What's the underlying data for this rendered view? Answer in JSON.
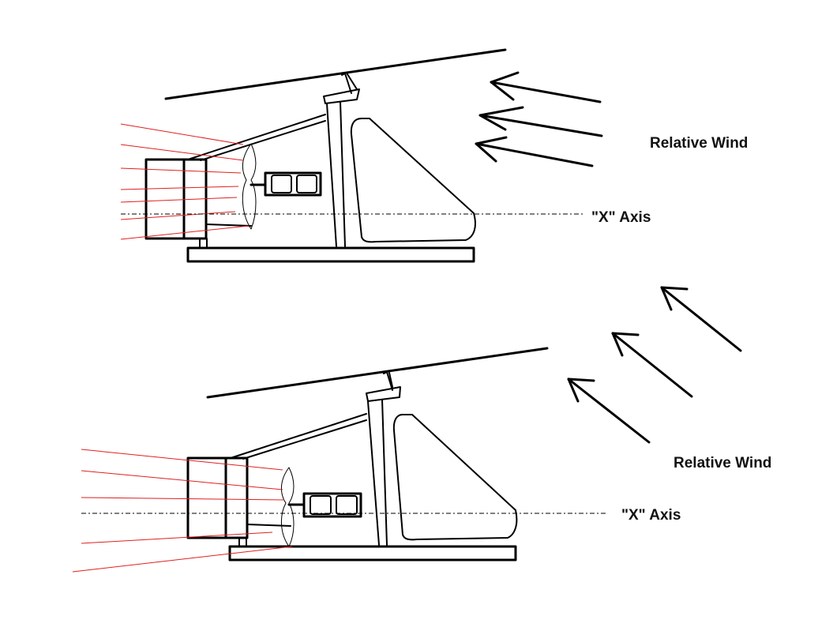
{
  "labels": {
    "top_wind": "Relative Wind",
    "top_axis": "\"X\" Axis",
    "bottom_wind": "Relative Wind",
    "bottom_axis": "\"X\" Axis"
  },
  "colors": {
    "ink": "#000000",
    "airflow": "#e02020",
    "background": "#ffffff"
  }
}
